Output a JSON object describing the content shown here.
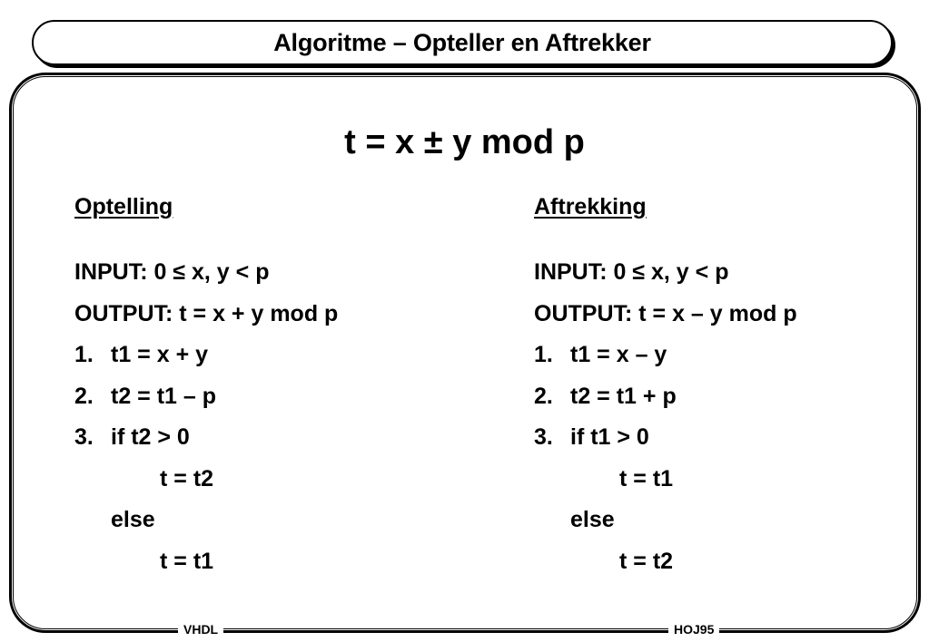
{
  "header": {
    "title": "Algoritme – Opteller en Aftrekker"
  },
  "main": {
    "formula": "t = x ± y mod p",
    "left": {
      "heading": "Optelling",
      "input": "INPUT: 0 ≤ x, y < p",
      "output": "OUTPUT: t = x + y mod p",
      "steps": [
        {
          "num": "1.",
          "text": "t1 = x + y"
        },
        {
          "num": "2.",
          "text": "t2 = t1 – p"
        },
        {
          "num": "3.",
          "text": "if t2 > 0"
        }
      ],
      "then": "t = t2",
      "else": "else",
      "else_assign": "t = t1"
    },
    "right": {
      "heading": "Aftrekking",
      "input": "INPUT: 0 ≤ x, y < p",
      "output": "OUTPUT: t = x – y mod p",
      "steps": [
        {
          "num": "1.",
          "text": "t1 = x – y"
        },
        {
          "num": "2.",
          "text": "t2 = t1 + p"
        },
        {
          "num": "3.",
          "text": "if t1 > 0"
        }
      ],
      "then": "t = t1",
      "else": "else",
      "else_assign": "t = t2"
    }
  },
  "footer": {
    "left": "VHDL",
    "right": "HOJ95"
  }
}
